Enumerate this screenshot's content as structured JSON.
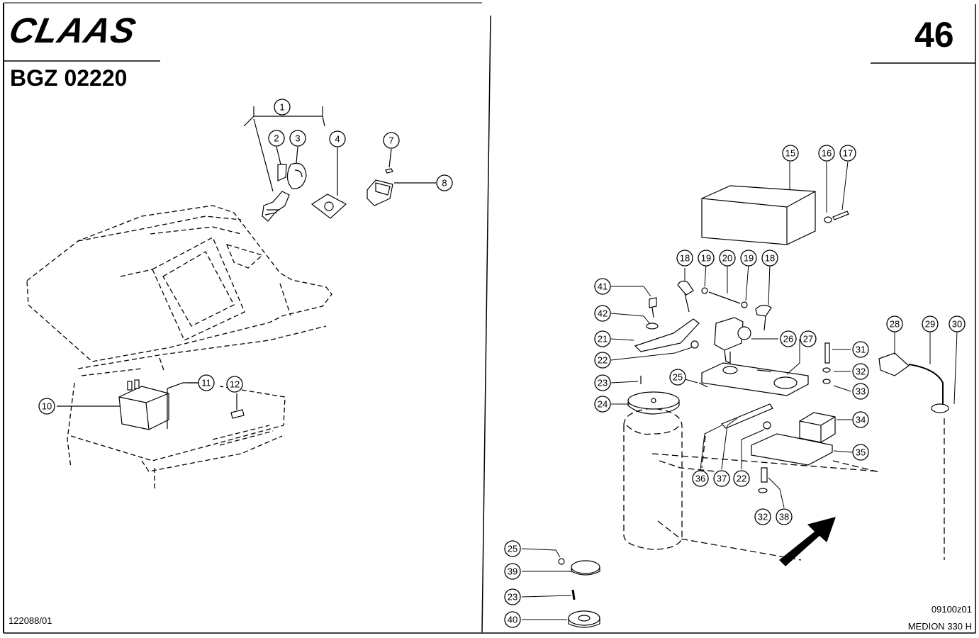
{
  "header": {
    "brand": "CLAAS",
    "doc_code": "BGZ 02220",
    "page_number": "46"
  },
  "footer": {
    "left_drawing_number": "122088/01",
    "right_drawing_id": "09100z01",
    "model_name": "MEDION 330 H"
  },
  "callouts_left": [
    "1",
    "2",
    "3",
    "4",
    "7",
    "8",
    "10",
    "11",
    "12"
  ],
  "callouts_right": [
    "15",
    "16",
    "17",
    "18",
    "19",
    "20",
    "19",
    "18",
    "41",
    "42",
    "21",
    "22",
    "26",
    "27",
    "31",
    "32",
    "33",
    "25",
    "23",
    "24",
    "28",
    "29",
    "30",
    "34",
    "35",
    "36",
    "37",
    "22",
    "32",
    "38",
    "25",
    "39",
    "23",
    "40"
  ]
}
